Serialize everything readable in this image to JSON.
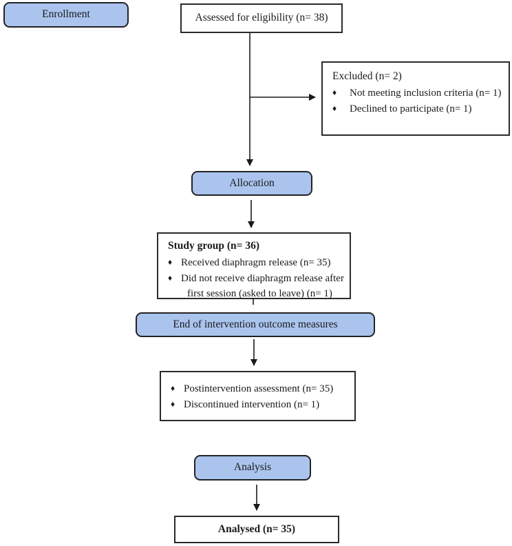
{
  "colors": {
    "box_blue": "#aac4ee",
    "box_border": "#222222",
    "line": "#1a1a1a"
  },
  "bullet_glyph": "♦",
  "nodes": {
    "enrollment": {
      "label": "Enrollment"
    },
    "assessed": {
      "label": "Assessed for eligibility (n= 38)"
    },
    "excluded": {
      "title": "Excluded (n= 2)",
      "items": [
        "Not meeting inclusion criteria (n= 1)",
        "Declined to participate (n= 1)"
      ]
    },
    "allocation": {
      "label": "Allocation"
    },
    "study_group": {
      "title": "Study group (n= 36)",
      "items": [
        "Received diaphragm release (n= 35)",
        "Did not receive diaphragm release after first session (asked to leave) (n= 1)"
      ]
    },
    "end_of_intervention": {
      "label": "End of intervention outcome measures"
    },
    "postintervention": {
      "items": [
        "Postintervention assessment (n= 35)",
        "Discontinued intervention (n= 1)"
      ]
    },
    "analysis": {
      "label": "Analysis"
    },
    "analysed": {
      "label": "Analysed (n= 35)"
    }
  }
}
